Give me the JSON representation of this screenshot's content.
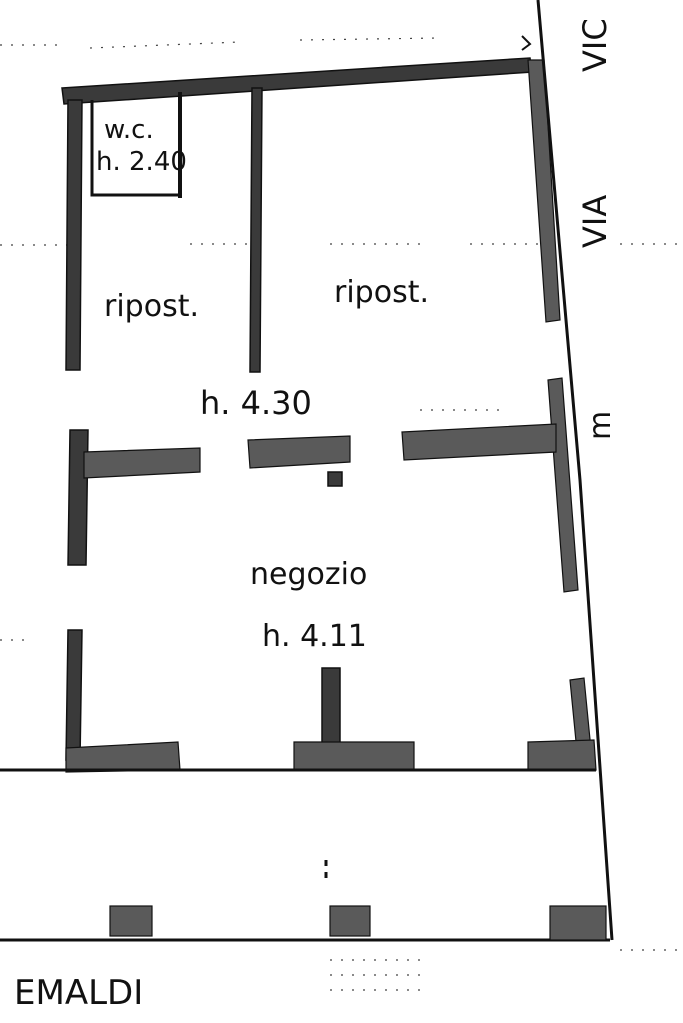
{
  "labels": {
    "wc": "w.c.",
    "wc_height": "h. 2.40",
    "storage_left": "ripost.",
    "storage_right": "ripost.",
    "storage_height": "h. 4.30",
    "shop": "negozio",
    "shop_height": "h. 4.11",
    "street_right_top": "VIC",
    "street_right": "VIA",
    "street_bottom": "EMALDI",
    "mark_right": "m"
  }
}
